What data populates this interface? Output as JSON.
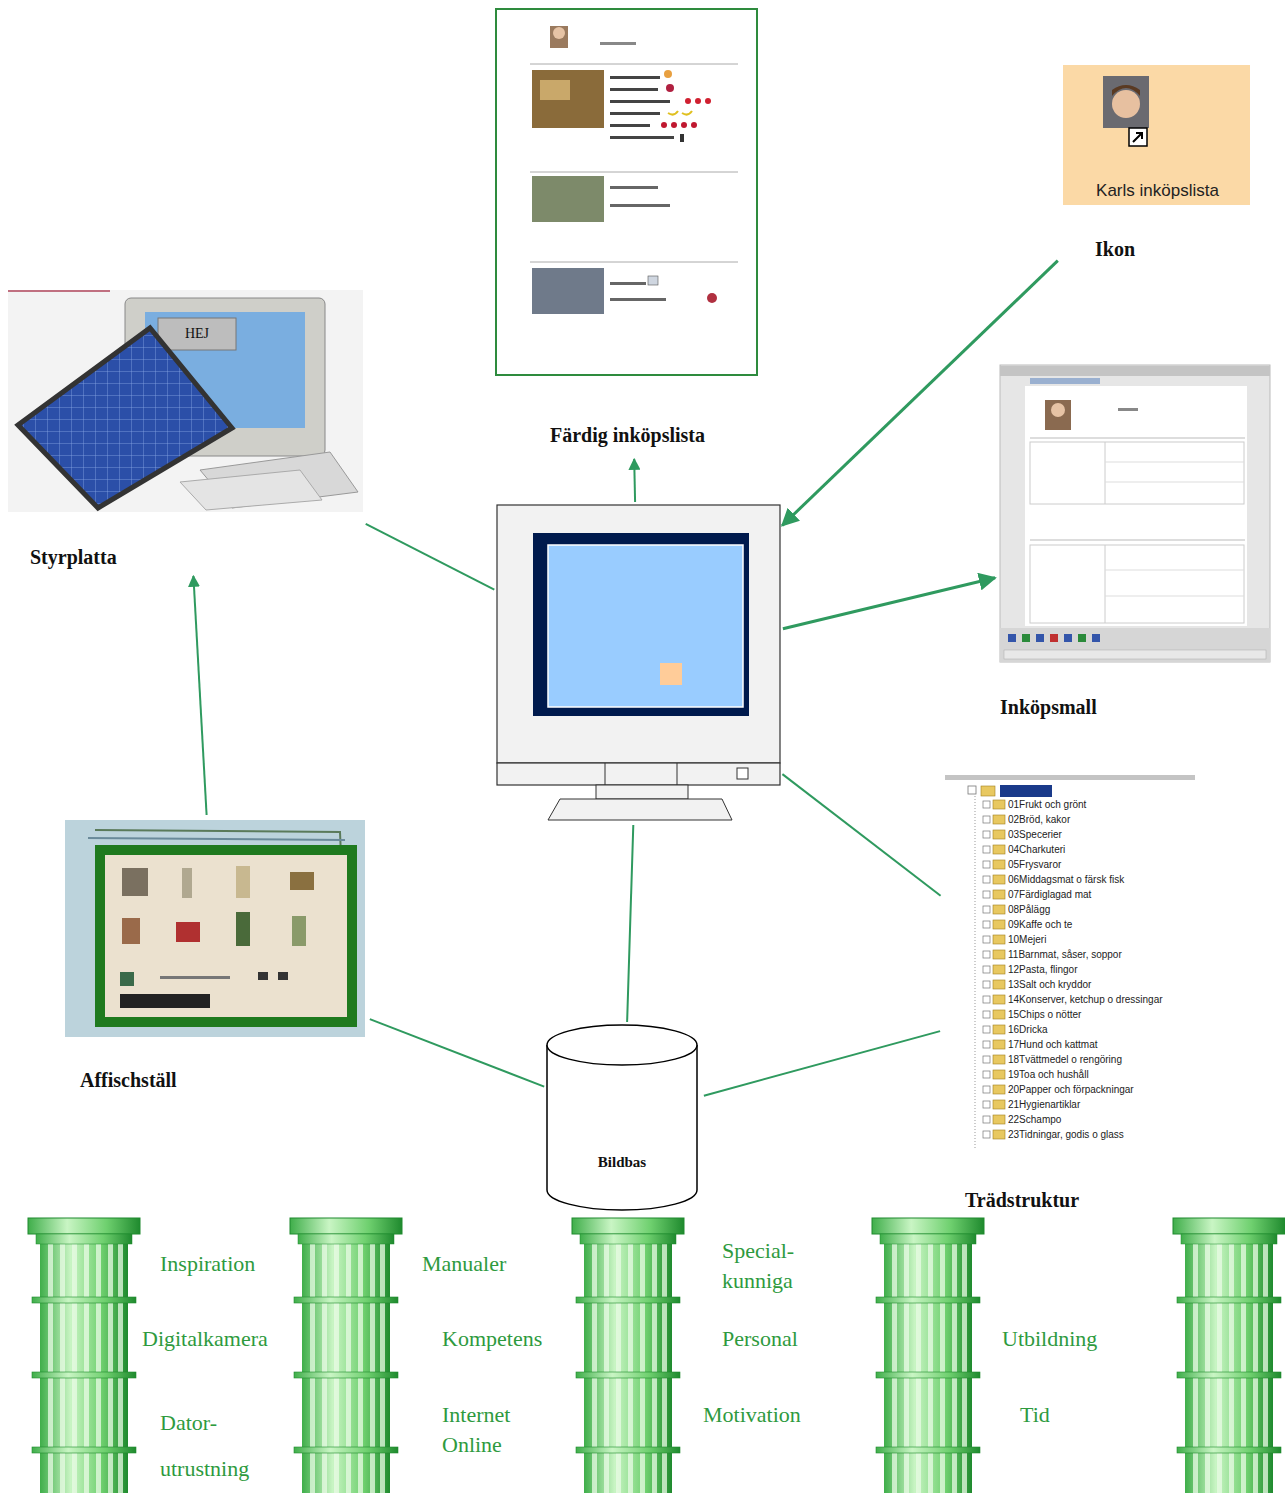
{
  "diagram": {
    "nodes": [
      {
        "text": [
          "Färdig inköpslista"
        ]
      },
      {
        "text": [
          "Karls inköpslista",
          "Ikon"
        ]
      },
      {
        "text": [
          "HEJ",
          "Styrplatta"
        ]
      },
      {
        "text": [
          "Inköpsmall"
        ]
      },
      {
        "text": []
      },
      {
        "text": [
          "Affischställ"
        ]
      },
      {
        "text": [
          "01Frukt och grönt",
          "02Bröd, kakor",
          "03Specerier",
          "04Charkuteri",
          "05Frysvaror",
          "06Middagsmat o färsk fisk",
          "07Färdiglagad mat",
          "08Pålägg",
          "09Kaffe och te",
          "10Mejeri",
          "11Barnmat, såser, soppor",
          "12Pasta, flingor",
          "13Salt och kryddor",
          "14Konserver, ketchup o dressingar",
          "15Chips o nötter",
          "16Dricka",
          "17Hund och kattmat",
          "18Tvättmedel o rengöring",
          "19Toa och hushåll",
          "20Papper och förpackningar",
          "21Hygienartiklar",
          "22Schampo",
          "23Tidningar, godis o glass",
          "Trädstruktur"
        ]
      },
      {
        "text": [
          "Bildbas"
        ]
      }
    ],
    "edges": [
      {
        "from": 5,
        "to": 2,
        "arrow": "to"
      },
      {
        "from": 2,
        "to": 4,
        "arrow": "none"
      },
      {
        "from": 4,
        "to": 0,
        "arrow": "to"
      },
      {
        "from": 1,
        "to": 4,
        "arrow": "to"
      },
      {
        "from": 4,
        "to": 3,
        "arrow": "to"
      },
      {
        "from": 4,
        "to": 6,
        "arrow": "none"
      },
      {
        "from": 4,
        "to": 7,
        "arrow": "none"
      },
      {
        "from": 5,
        "to": 7,
        "arrow": "none"
      },
      {
        "from": 7,
        "to": 6,
        "arrow": "none"
      }
    ],
    "labels": [
      "Inspiration",
      "Manualer",
      "Special- kunniga",
      "Digitalkamera",
      "Kompetens",
      "Personal",
      "Utbildning",
      "Dator- utrustning",
      "Internet Online",
      "Motivation",
      "Tid"
    ]
  }
}
